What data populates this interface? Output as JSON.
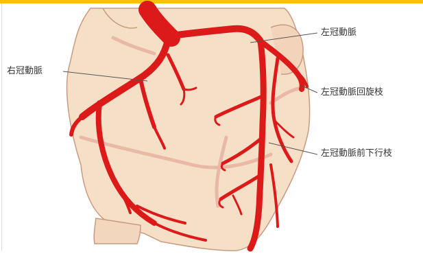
{
  "labels": {
    "right_coronary_artery": "右冠動脈",
    "left_coronary_artery": "左冠動脈",
    "left_circumflex": "左冠動脈回旋枝",
    "left_anterior_descending": "左冠動脈前下行枝"
  },
  "colors": {
    "heart_fill": "#f6dfc7",
    "heart_outline": "#c89a80",
    "artery": "#dd1a1a",
    "vein": "#e9b9a6",
    "accent_bar": "#f5c400",
    "leader_line": "#555555"
  }
}
